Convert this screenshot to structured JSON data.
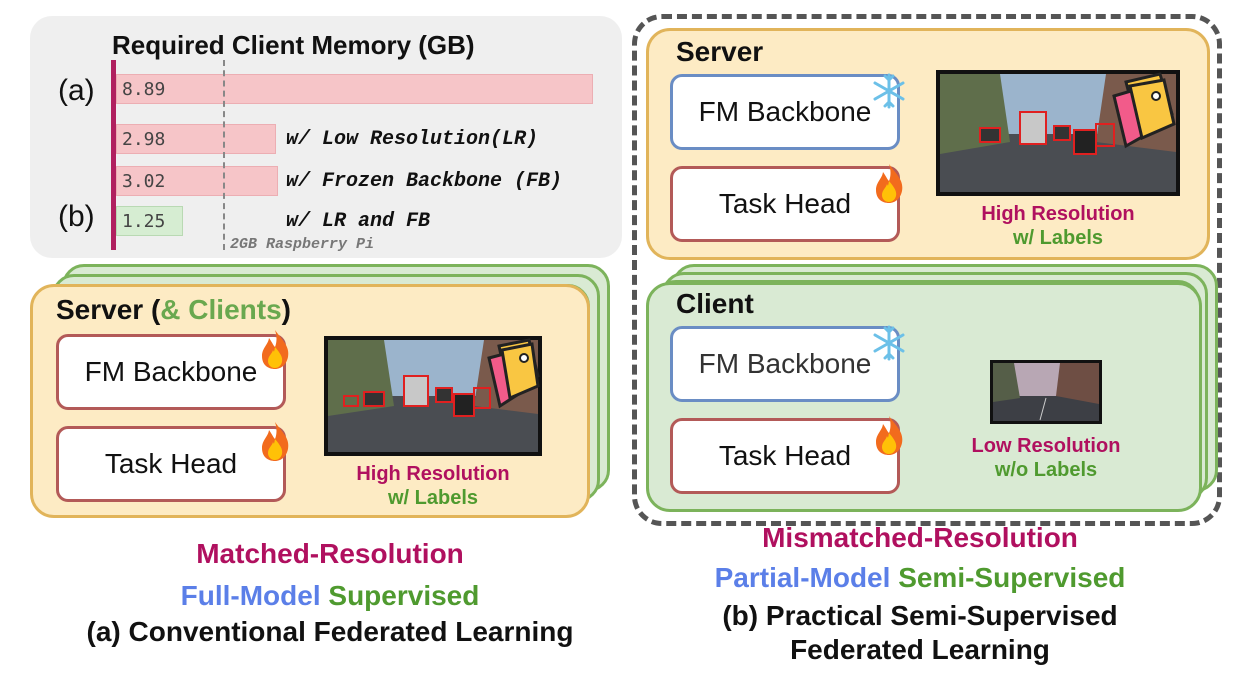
{
  "memory_chart": {
    "title": "Required Client Memory (GB)",
    "row_tags": {
      "a": "(a)",
      "b": "(b)"
    },
    "threshold_label": "2GB Raspberry Pi",
    "threshold_value": 2,
    "colors": {
      "bar_pink": "#f6c5c8",
      "bar_green": "#d6edd2",
      "axis": "#b0205f"
    }
  },
  "chart_data": {
    "type": "bar",
    "title": "Required Client Memory (GB)",
    "orientation": "horizontal",
    "categories": [
      "",
      "w/ Low Resolution(LR)",
      "w/ Frozen Backbone (FB)",
      "w/ LR and FB"
    ],
    "values": [
      8.89,
      2.98,
      3.02,
      1.25
    ],
    "value_labels": [
      "8.89",
      "2.98",
      "3.02",
      "1.25"
    ],
    "reference_line": {
      "value": 2,
      "label": "2GB Raspberry Pi"
    },
    "xlim": [
      0,
      9.2
    ]
  },
  "panel_a": {
    "title_prefix": "Server (",
    "title_clients": "& Clients",
    "title_suffix": ")",
    "backbone_label": "FM Backbone",
    "head_label": "Task Head",
    "backbone_icon": "fire-icon",
    "head_icon": "fire-icon",
    "image_icon": "label-tag-icon",
    "caption_res": "High Resolution",
    "caption_labels": "w/ Labels"
  },
  "panel_b_server": {
    "title": "Server",
    "backbone_label": "FM Backbone",
    "head_label": "Task Head",
    "backbone_icon": "snowflake-icon",
    "head_icon": "fire-icon",
    "image_icon": "label-tag-icon",
    "caption_res": "High Resolution",
    "caption_labels": "w/ Labels"
  },
  "panel_b_client": {
    "title": "Client",
    "backbone_label": "FM Backbone",
    "head_label": "Task Head",
    "backbone_icon": "snowflake-icon",
    "head_icon": "fire-icon",
    "caption_res": "Low Resolution",
    "caption_labels": "w/o Labels"
  },
  "caption_a": {
    "line1": "Matched-Resolution",
    "line2_blue": "Full-Model",
    "line2_green": "Supervised",
    "line3": "(a) Conventional Federated Learning"
  },
  "caption_b": {
    "line1": "Mismatched-Resolution",
    "line2_blue": "Partial-Model",
    "line2_green": "Semi-Supervised",
    "line3": "(b) Practical Semi-Supervised",
    "line4": "Federated Learning"
  }
}
